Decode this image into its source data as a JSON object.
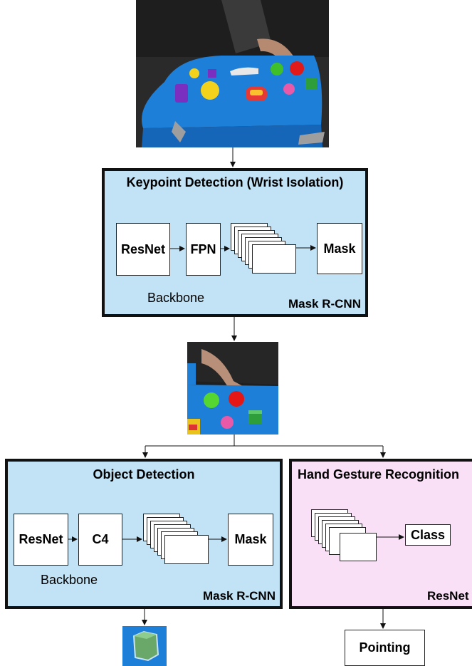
{
  "top_image": {
    "description_icon": "tabletop-toys-photo"
  },
  "keypoint_panel": {
    "title": "Keypoint Detection (Wrist Isolation)",
    "blocks": {
      "resnet": "ResNet",
      "fpn": "FPN",
      "mask": "Mask"
    },
    "backbone_label": "Backbone",
    "model_tag": "Mask R-CNN"
  },
  "object_panel": {
    "title": "Object Detection",
    "blocks": {
      "resnet": "ResNet",
      "c4": "C4",
      "mask": "Mask"
    },
    "backbone_label": "Backbone",
    "model_tag": "Mask R-CNN"
  },
  "gesture_panel": {
    "title": "Hand Gesture Recognition",
    "blocks": {
      "class": "Class"
    },
    "model_tag": "ResNet"
  },
  "outputs": {
    "gesture_result": "Pointing"
  },
  "colors": {
    "panel_blue": "#c2e2f5",
    "panel_pink": "#f9e0f6",
    "table_blue": "#1e88e5"
  }
}
